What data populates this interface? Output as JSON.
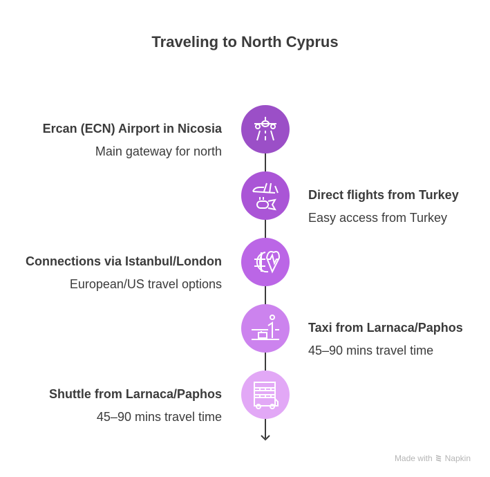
{
  "title": "Traveling to North Cyprus",
  "steps": [
    {
      "heading": "Ercan (ECN) Airport in Nicosia",
      "sub": "Main gateway for north",
      "side": "left",
      "icon": "airport-runway-icon",
      "color": "#9b4fc7"
    },
    {
      "heading": "Direct flights from Turkey",
      "sub": "Easy access from Turkey",
      "side": "right",
      "icon": "airplane-connections-icon",
      "color": "#aa55d6"
    },
    {
      "heading": "Connections via Istanbul/London",
      "sub": "European/US travel options",
      "side": "left",
      "icon": "globe-health-icon",
      "color": "#bb66e6"
    },
    {
      "heading": "Taxi from Larnaca/Paphos",
      "sub": "45–90 mins travel time",
      "side": "right",
      "icon": "traveler-luggage-icon",
      "color": "#cc83ee"
    },
    {
      "heading": "Shuttle from Larnaca/Paphos",
      "sub": "45–90 mins travel time",
      "side": "left",
      "icon": "double-decker-bus-icon",
      "color": "#e2a8f6"
    }
  ],
  "footer": {
    "made_with": "Made with",
    "brand": "Napkin"
  }
}
